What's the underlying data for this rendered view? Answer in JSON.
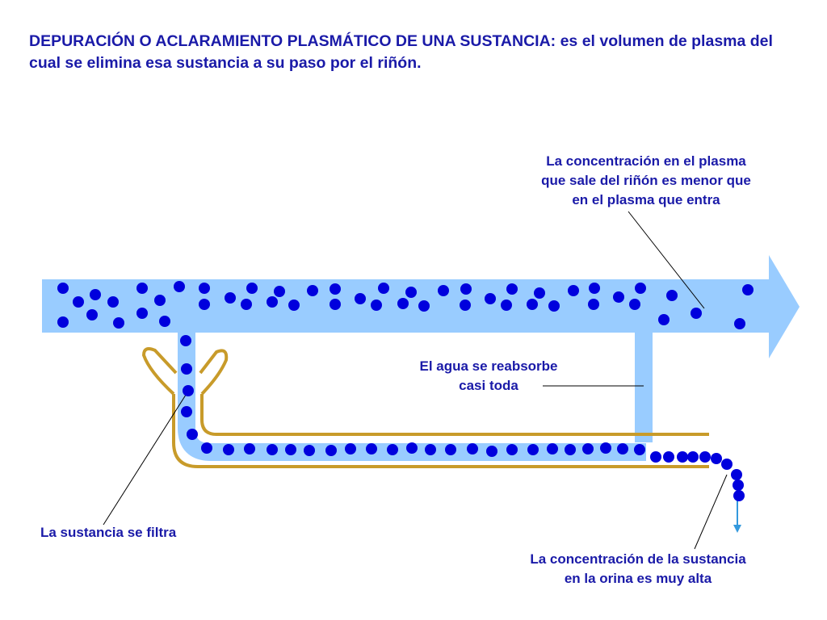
{
  "heading": "DEPURACIÓN O ACLARAMIENTO PLASMÁTICO DE UNA SUSTANCIA: es el volumen de plasma del cual se elimina esa sustancia a su paso por el riñón.",
  "labels": {
    "plasma_concentration": [
      "La concentración en el plasma",
      "que sale del riñón es menor que",
      "en el plasma que entra"
    ],
    "water_reabsorbed": [
      "El agua se reabsorbe",
      "casi toda"
    ],
    "substance_filtered": "La sustancia se filtra",
    "urine_concentration": [
      "La concentración de la sustancia",
      "en la orina es muy alta"
    ]
  },
  "colors": {
    "text": "#1a1aa8",
    "plasma": "#99ccff",
    "particle": "#0000dd",
    "tubule_wall": "#c89b2a",
    "leader_line": "#000000",
    "urine_arrow": "#3399dd"
  }
}
